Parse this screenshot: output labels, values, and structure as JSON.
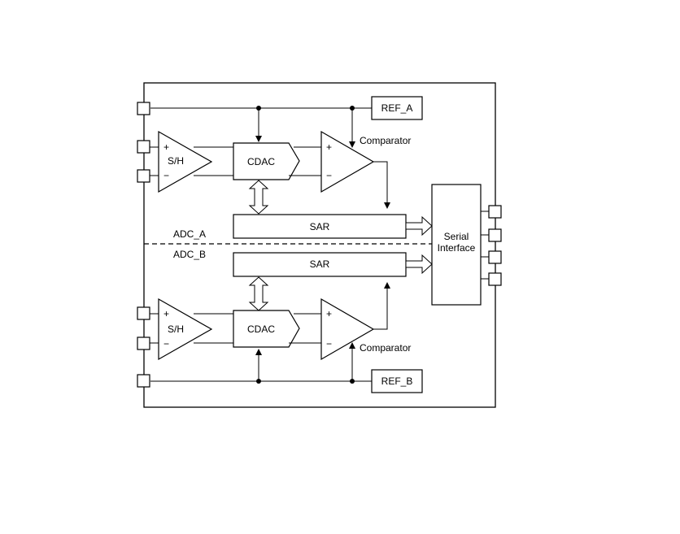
{
  "labels": {
    "ref_a": "REF_A",
    "ref_b": "REF_B",
    "comparator_a": "Comparator",
    "comparator_b": "Comparator",
    "sh": "S/H",
    "cdac": "CDAC",
    "sar": "SAR",
    "adc_a": "ADC_A",
    "adc_b": "ADC_B",
    "serial_line1": "Serial",
    "serial_line2": "Interface",
    "plus": "+",
    "minus": "−"
  }
}
